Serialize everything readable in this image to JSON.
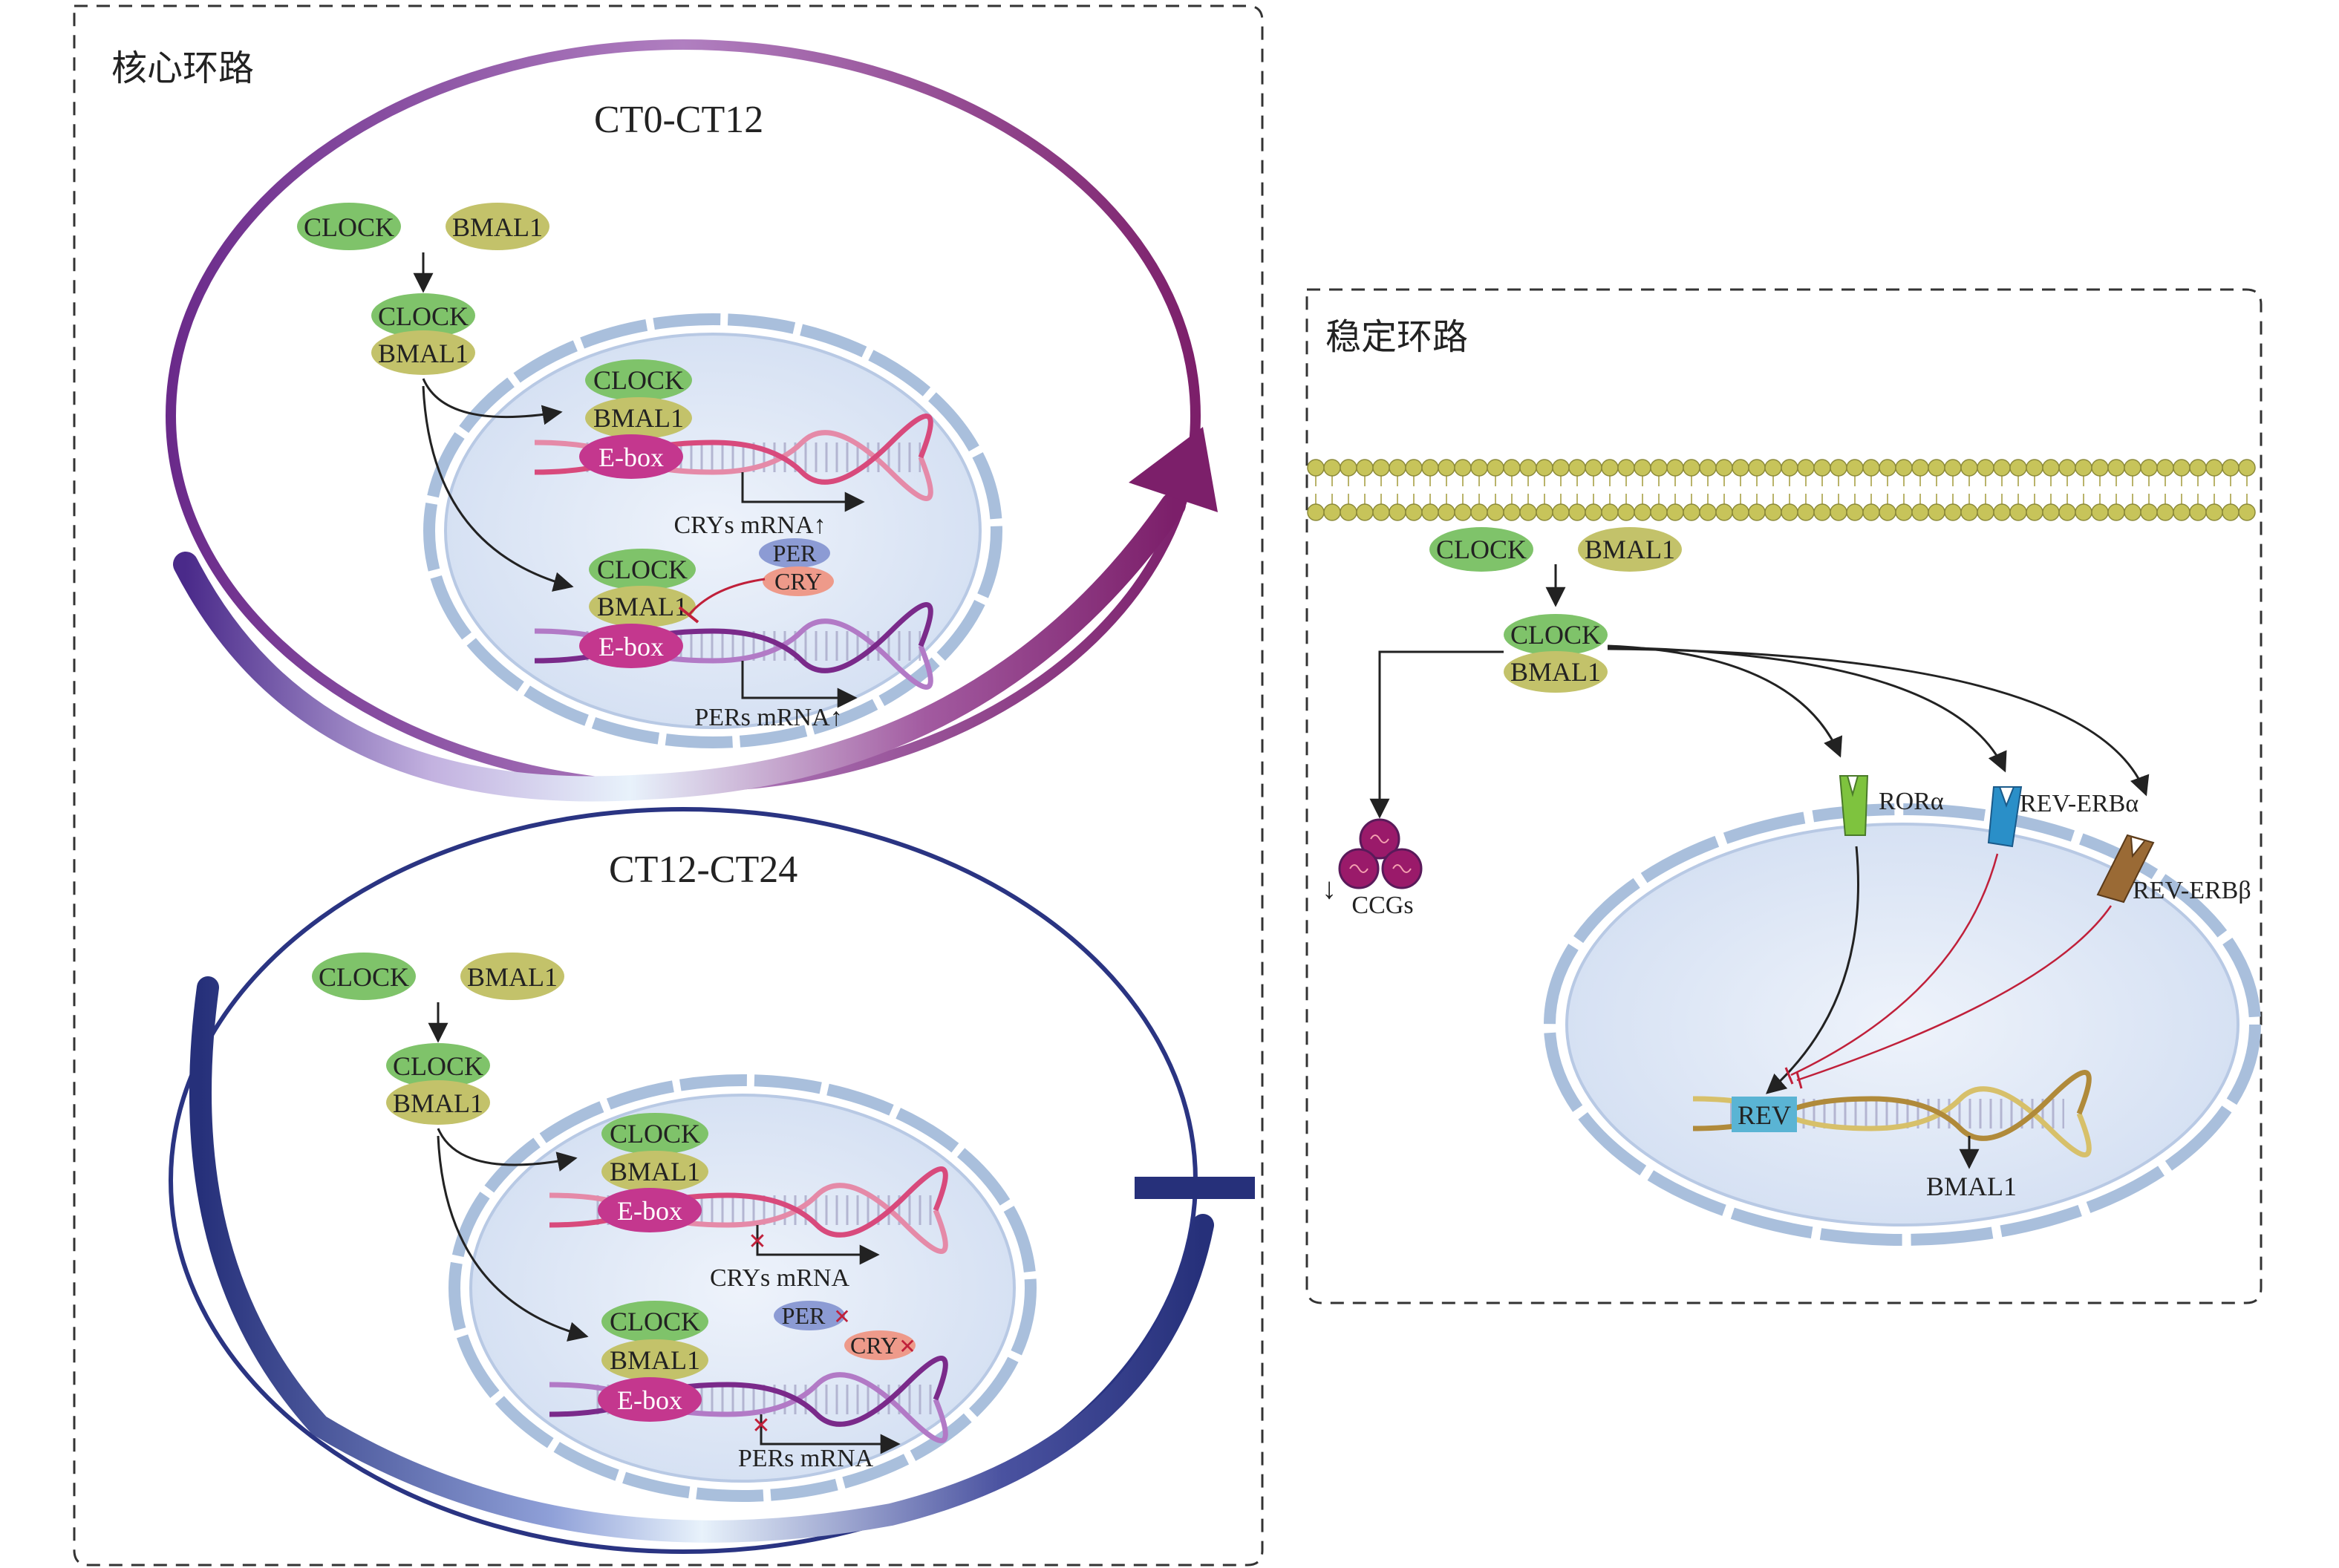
{
  "core_loop": {
    "title": "核心环路",
    "phase_top": "CT0-CT12",
    "phase_bottom": "CT12-CT24",
    "clock": "CLOCK",
    "bmal1": "BMAL1",
    "ebox": "E-box",
    "per": "PER",
    "cry": "CRY",
    "crys_mrna_up": "CRYs mRNA↑",
    "pers_mrna_up": "PERs mRNA↑",
    "crys_mrna": "CRYs mRNA",
    "pers_mrna": "PERs mRNA"
  },
  "stable_loop": {
    "title": "稳定环路",
    "clock": "CLOCK",
    "bmal1": "BMAL1",
    "ccgs": "CCGs",
    "down_arrow": "↓",
    "ror": "RORα",
    "rev_erb_a": "REV-ERBα",
    "rev_erb_b": "REV-ERBβ",
    "rev": "REV",
    "bmal1_gene": "BMAL1"
  },
  "colors": {
    "clock": "#7fc36a",
    "bmal1": "#c3c26a",
    "ebox": "#c4378e",
    "per": "#8c9bd4",
    "cry": "#ee9a8a",
    "nucleus": "#dfe7f6",
    "nuc_border": "#a9bfdc",
    "inhibit": "#c0203a",
    "purple_arc": "#7c1f6a",
    "blue_arc": "#26307a",
    "ror": "#7ec33e",
    "rev_erb_a": "#2a8fc8",
    "rev_erb_b": "#9a6a35",
    "rev_box": "#5ab4d4",
    "membrane": "#c7c45a"
  }
}
